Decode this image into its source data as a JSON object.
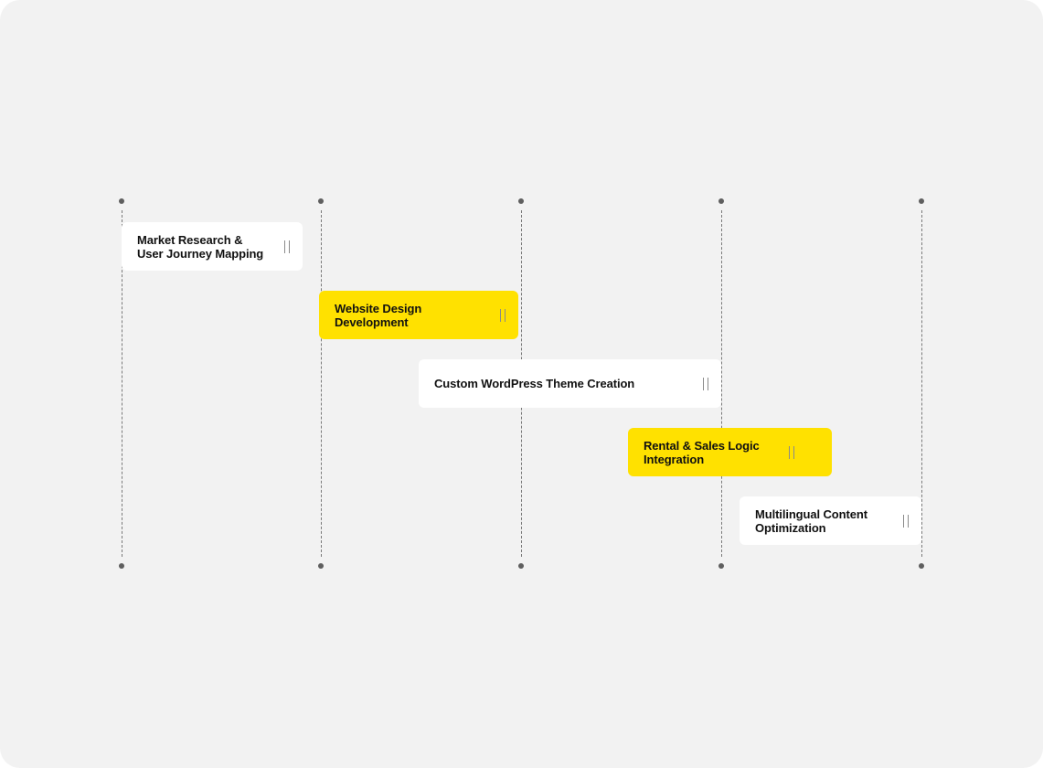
{
  "colors": {
    "canvas_background": "#f2f2f2",
    "card_white": "#ffffff",
    "card_yellow": "#ffe100",
    "guide_line": "#7a7a7a",
    "guide_dot": "#5f5f5f",
    "text": "#111111"
  },
  "timeline": {
    "guide_count": 5,
    "tasks": [
      {
        "label": "Market Research & User Journey Mapping",
        "style": "white",
        "start_guide": 0
      },
      {
        "label": "Website Design Development",
        "style": "yellow",
        "start_guide": 1
      },
      {
        "label": "Custom WordPress Theme Creation",
        "style": "white",
        "start_guide": 1.5
      },
      {
        "label": "Rental & Sales Logic Integration",
        "style": "yellow",
        "start_guide": 2.5
      },
      {
        "label": "Multilingual Content Optimization",
        "style": "white",
        "start_guide": 3.1
      }
    ]
  },
  "icons": {
    "drag_handle": "drag-handle-icon"
  }
}
